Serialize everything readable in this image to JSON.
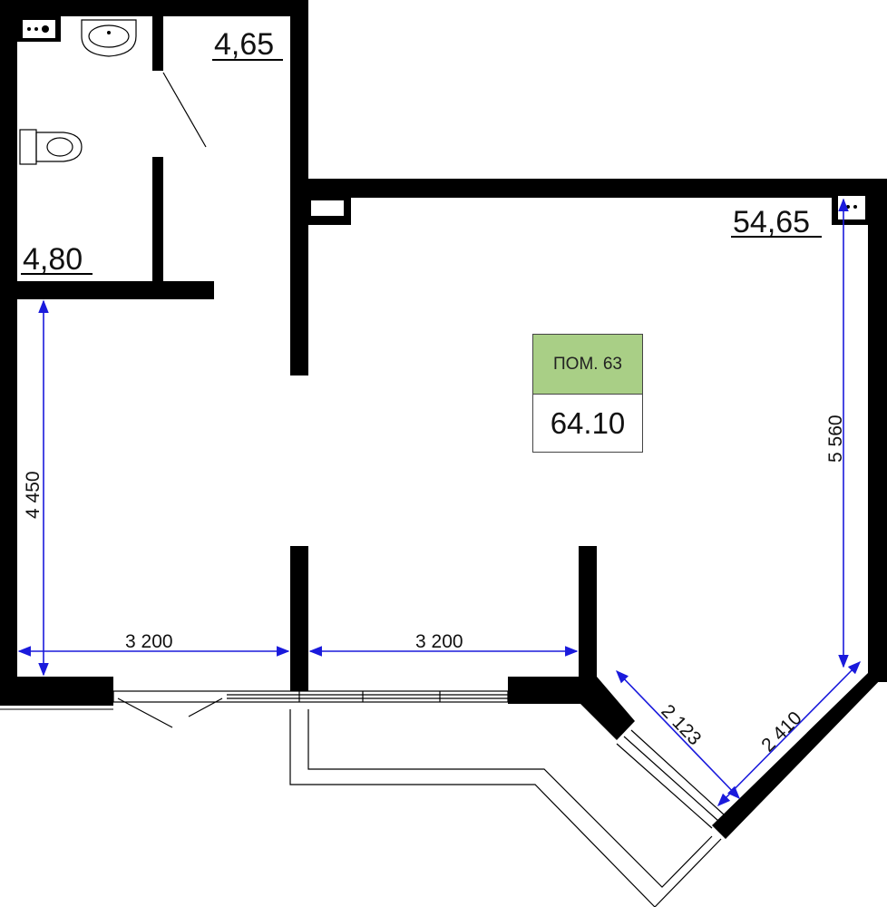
{
  "rooms": {
    "bathroom_area": "4,65",
    "hall_area": "4,80",
    "main_area": "54,65"
  },
  "unit": {
    "label": "ПОМ. 63",
    "total_area": "64.10",
    "label_bg": "#a9cf86"
  },
  "dimensions": {
    "left_height": "4 450",
    "bottom_left_width": "3 200",
    "bottom_mid_width": "3 200",
    "right_height": "5 560",
    "balcony_inner": "2 123",
    "balcony_outer": "2 410",
    "dim_color": "#1a1adc"
  }
}
